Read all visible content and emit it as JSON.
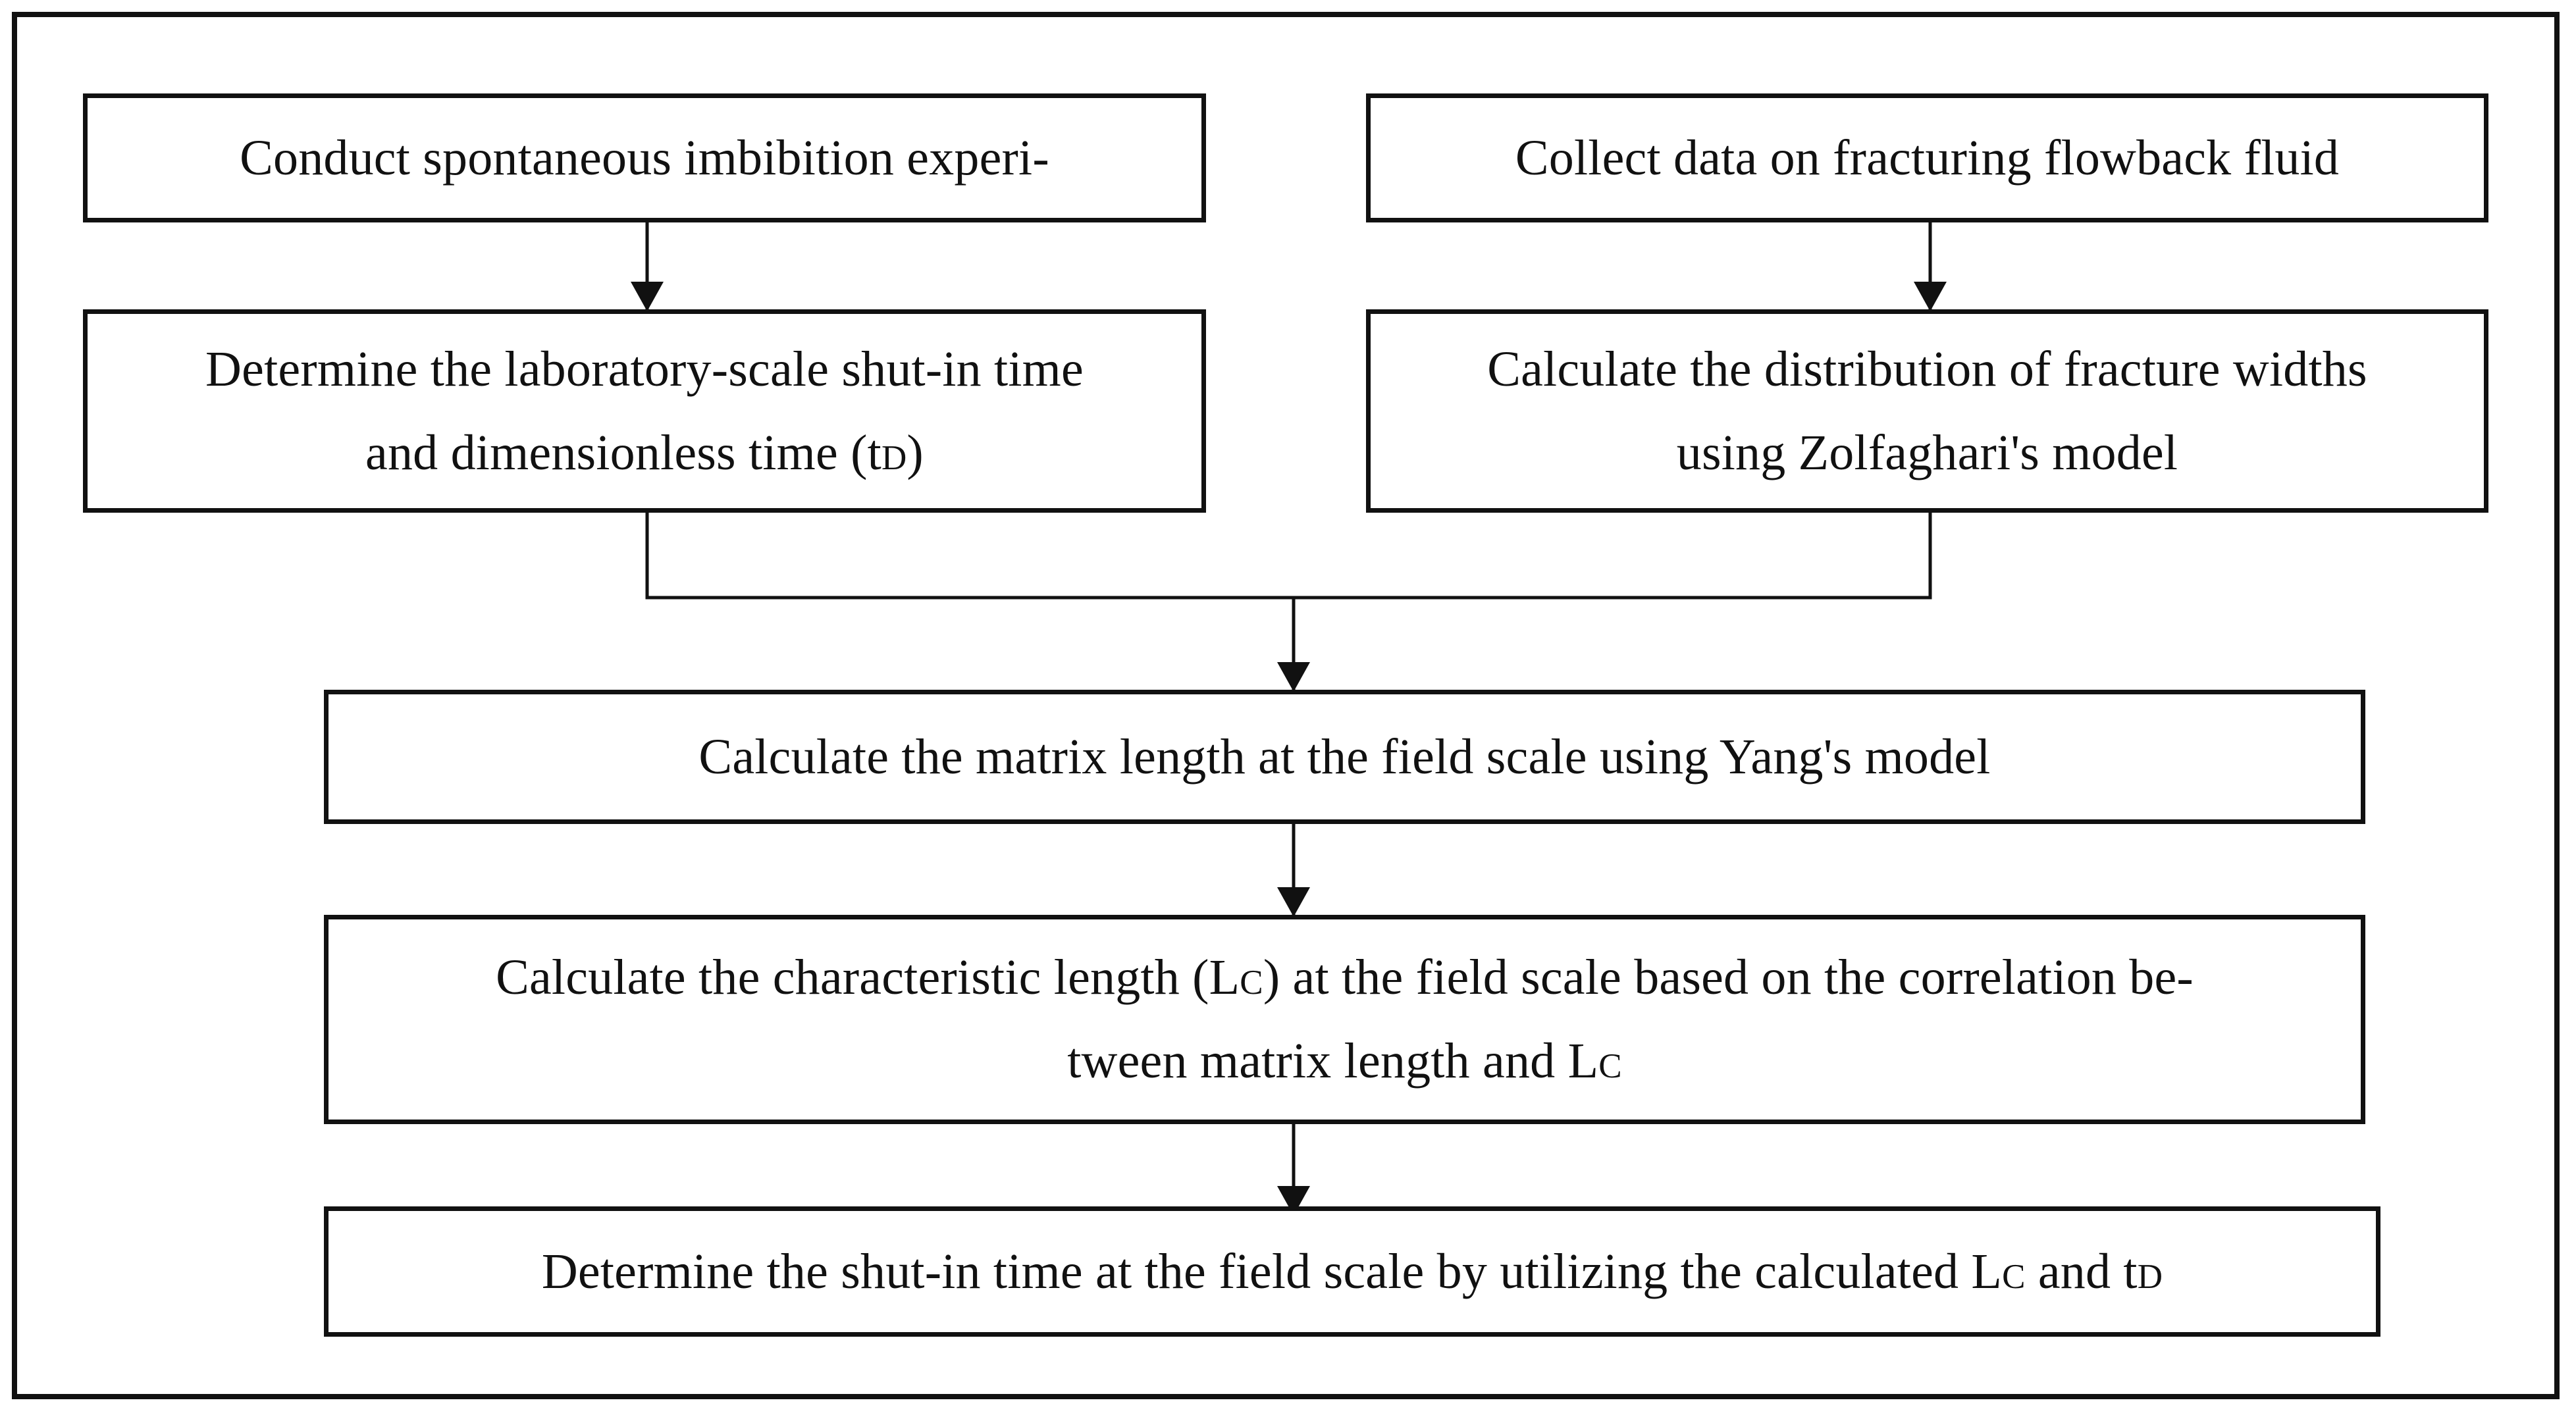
{
  "diagram": {
    "type": "flowchart",
    "nodes": {
      "conduct_experiment": {
        "text": "Conduct spontaneous imbibition experi-"
      },
      "collect_data": {
        "text": "Collect data on fracturing flowback fluid"
      },
      "determine_lab_time": {
        "line1": "Determine the laboratory-scale shut-in time",
        "line2_pre": "and dimensionless time (t",
        "line2_sub": "D",
        "line2_post": ")"
      },
      "calculate_fracture_widths": {
        "line1": "Calculate the distribution of fracture widths",
        "line2": "using Zolfaghari's model"
      },
      "calculate_matrix_length": {
        "text": "Calculate the matrix length at the field scale using Yang's model"
      },
      "calculate_characteristic_length": {
        "line1_pre": "Calculate the characteristic length (L",
        "line1_sub": "C",
        "line1_post": ") at the field scale based on the correlation be-",
        "line2_pre": "tween matrix length and L",
        "line2_sub": "C"
      },
      "determine_field_time": {
        "pre": "Determine the shut-in time at the field scale by utilizing the calculated L",
        "sub1": "C",
        "mid": " and t",
        "sub2": "D"
      }
    },
    "edges": [
      {
        "from": "conduct_experiment",
        "to": "determine_lab_time"
      },
      {
        "from": "collect_data",
        "to": "calculate_fracture_widths"
      },
      {
        "from": "determine_lab_time",
        "to": "calculate_matrix_length"
      },
      {
        "from": "calculate_fracture_widths",
        "to": "calculate_matrix_length"
      },
      {
        "from": "calculate_matrix_length",
        "to": "calculate_characteristic_length"
      },
      {
        "from": "calculate_characteristic_length",
        "to": "determine_field_time"
      }
    ]
  }
}
